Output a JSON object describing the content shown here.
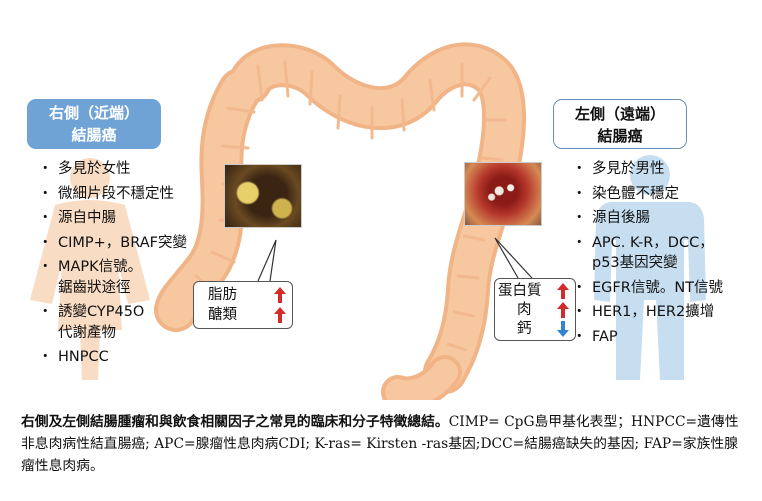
{
  "right_side": {
    "title_line1": "右側（近端）",
    "title_line2": "結腸癌",
    "features": [
      {
        "line1": "多見於女性",
        "line2": ""
      },
      {
        "line1": "微細片段不穩定性",
        "line2": ""
      },
      {
        "line1": "源自中腸",
        "line2": ""
      },
      {
        "line1": "CIMP+，BRAF突變",
        "line2": ""
      },
      {
        "line1": "MAPK信號。",
        "line2": "鋸齒狀途徑"
      },
      {
        "line1": "誘變CYP45O",
        "line2": "代謝產物"
      },
      {
        "line1": "HNPCC",
        "line2": ""
      }
    ],
    "callout": {
      "items": [
        {
          "label": "脂肪",
          "direction": "up"
        },
        {
          "label": "醣類",
          "direction": "up"
        }
      ]
    }
  },
  "left_side": {
    "title_line1": "左側（遠端）",
    "title_line2": "結腸癌",
    "features": [
      {
        "line1": "多見於男性",
        "line2": ""
      },
      {
        "line1": "染色體不穩定",
        "line2": ""
      },
      {
        "line1": "源自後腸",
        "line2": ""
      },
      {
        "line1": "APC. K-R，DCC，",
        "line2": "p53基因突變"
      },
      {
        "line1": "EGFR信號。NT信號",
        "line2": ""
      },
      {
        "line1": "HER1，HER2擴增",
        "line2": ""
      },
      {
        "line1": "FAP",
        "line2": ""
      }
    ],
    "callout": {
      "items": [
        {
          "label": "蛋白質",
          "direction": "up"
        },
        {
          "label": "肉",
          "direction": "up"
        },
        {
          "label": "鈣",
          "direction": "down"
        }
      ]
    }
  },
  "caption": {
    "bold": "右側及左側結腸腫瘤和與飲食相關因子之常見的臨床和分子特徵總結。",
    "text": "CIMP= CpG島甲基化表型；HNPCC=遺傳性非息肉病性結直腸癌; APC=腺瘤性息肉病CDI; K-ras= Kirsten -ras基因;DCC=結腸癌缺失的基因; FAP=家族性腺瘤性息肉病。"
  },
  "colors": {
    "colon": "#f7c7a0",
    "colon_edge": "#f0b487",
    "female_figure": "#f9dcc4",
    "male_figure": "#c7def1",
    "right_title_bg": "#6fa3d6",
    "left_title_border": "#6b8fb5",
    "arrow_up": "#d32a2a",
    "arrow_down": "#2f86cf"
  }
}
